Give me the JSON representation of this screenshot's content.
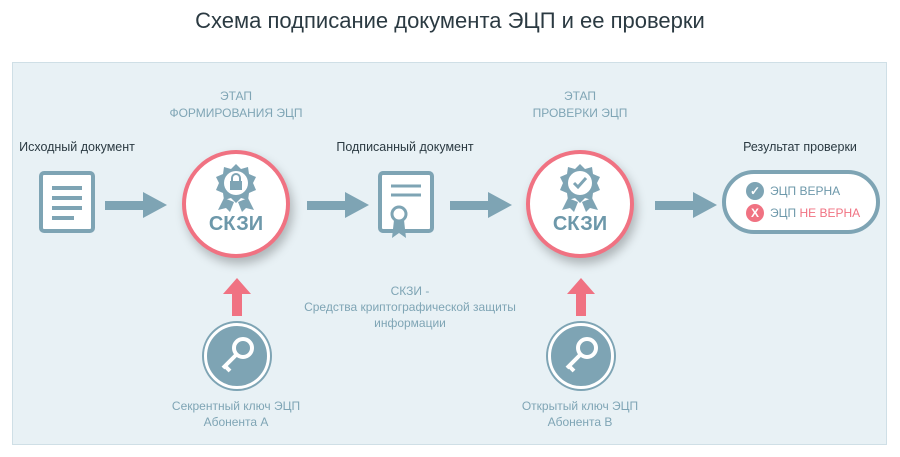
{
  "title": "Схема подписание документа ЭЦП и ее проверки",
  "stage1": {
    "line1": "ЭТАП",
    "line2": "ФОРМИРОВАНИЯ ЭЦП"
  },
  "stage2": {
    "line1": "ЭТАП",
    "line2": "ПРОВЕРКИ ЭЦП"
  },
  "source_doc": "Исходный документ",
  "signed_doc": "Подписанный документ",
  "result_title": "Результат проверки",
  "skzi_label": "СКЗИ",
  "note": {
    "line1": "СКЗИ -",
    "line2": "Средства криптографической защиты",
    "line3": "информации"
  },
  "key1": {
    "line1": "Секрентный ключ ЭЦП",
    "line2": "Абонента А"
  },
  "key2": {
    "line1": "Открытый ключ ЭЦП",
    "line2": "Абонента В"
  },
  "result": {
    "ok": "ЭЦП ВЕРНА",
    "bad_prefix": "ЭЦП ",
    "bad_suffix": "НЕ ВЕРНА"
  },
  "colors": {
    "accent": "#f07282",
    "blue": "#7ea4b4",
    "panel": "#e8f1f5"
  }
}
